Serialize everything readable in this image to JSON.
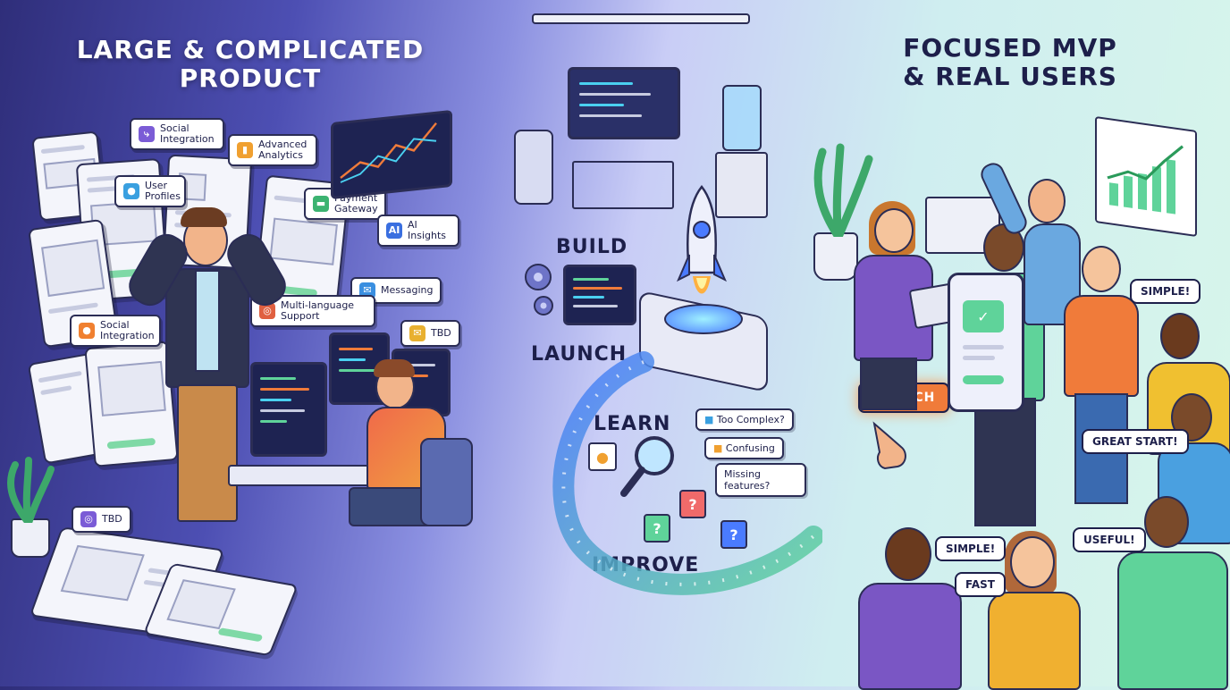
{
  "left": {
    "title_line1": "LARGE & COMPLICATED",
    "title_line2": "PRODUCT",
    "feature_tags": [
      {
        "label": "Social Integration",
        "icon": "share-icon",
        "color": "#7b5cd6"
      },
      {
        "label": "Advanced Analytics",
        "icon": "bar-chart-icon",
        "color": "#f0a030"
      },
      {
        "label": "User Profiles",
        "icon": "user-icon",
        "color": "#3aa0e0"
      },
      {
        "label": "Payment Gateway",
        "icon": "card-icon",
        "color": "#3cb371"
      },
      {
        "label": "AI Insights",
        "icon": "ai-icon",
        "color": "#3a6fe0"
      },
      {
        "label": "Messaging",
        "icon": "chat-icon",
        "color": "#3a8fe0"
      },
      {
        "label": "Multi-language Support",
        "icon": "globe-icon",
        "color": "#e06040"
      },
      {
        "label": "Social Integration",
        "icon": "people-icon",
        "color": "#f08030"
      },
      {
        "label": "TBD",
        "icon": "chat-icon",
        "color": "#e8b030"
      },
      {
        "label": "TBD",
        "icon": "globe-icon",
        "color": "#7b5cd6"
      }
    ]
  },
  "middle": {
    "steps": {
      "build": "BUILD",
      "launch": "LAUNCH",
      "learn": "LEARN",
      "improve": "IMPROVE"
    },
    "feedback": [
      "Too Complex?",
      "Confusing",
      "Missing features?"
    ],
    "question_mark": "?"
  },
  "right": {
    "title_line1": "FOCUSED MVP",
    "title_line2": "& REAL USERS",
    "launch_button": "LAUNCH",
    "speech": {
      "simple_top": "SIMPLE!",
      "great_start": "GREAT START!",
      "simple_bottom": "SIMPLE!",
      "fast": "FAST",
      "useful": "USEFUL!"
    }
  },
  "colors": {
    "accent_orange": "#f07b3a",
    "accent_green": "#5fd39a",
    "accent_blue": "#4a7bff",
    "ink": "#1d1f4a"
  }
}
